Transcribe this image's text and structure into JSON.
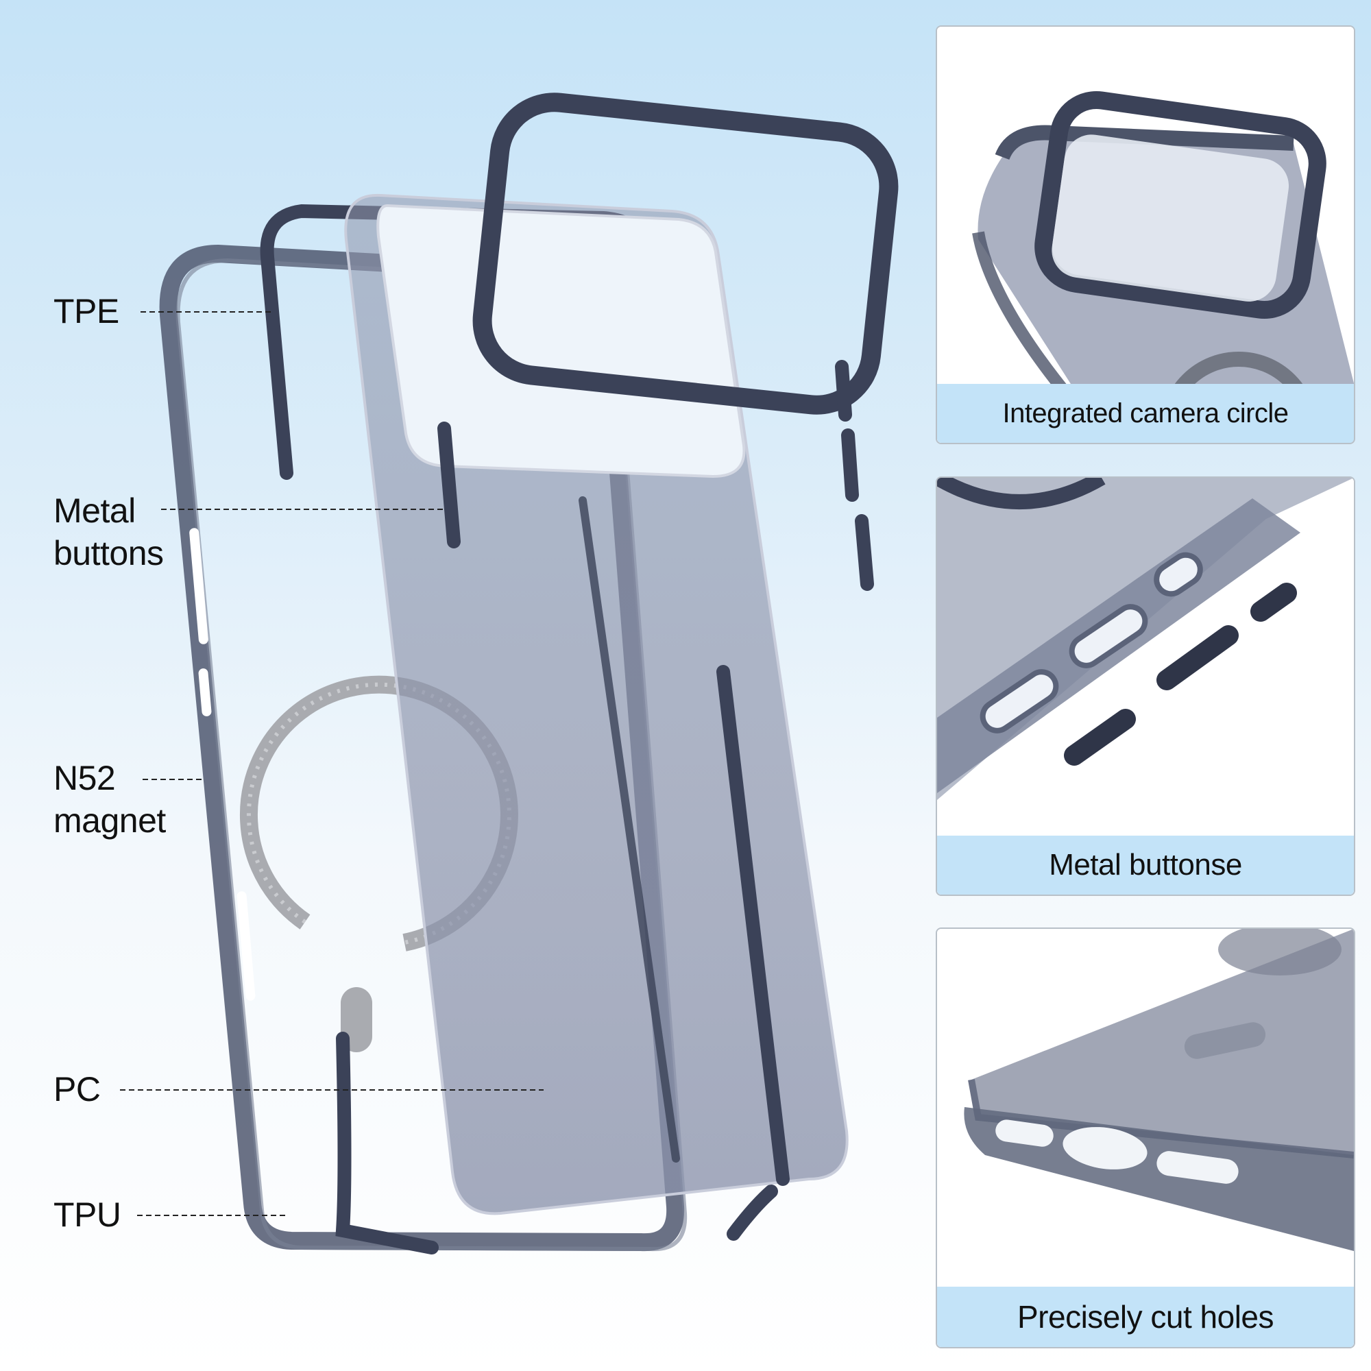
{
  "labels": {
    "tpe": "TPE",
    "metal_buttons_line1": "Metal",
    "metal_buttons_line2": "buttons",
    "magnet_line1": "N52",
    "magnet_line2": "magnet",
    "pc": "PC",
    "tpu": "TPU"
  },
  "panels": [
    {
      "caption": "Integrated camera circle"
    },
    {
      "caption": "Metal buttonse"
    },
    {
      "caption": "Precisely cut holes"
    }
  ],
  "colors": {
    "background_top": "#c5e3f7",
    "caption_band": "#c3e3f8",
    "frame_navy": "#3b4258",
    "tpu_smoke": "#4f576b",
    "pc_tint": "#9aa0b4",
    "magnet_steel": "#a7a9ad"
  }
}
